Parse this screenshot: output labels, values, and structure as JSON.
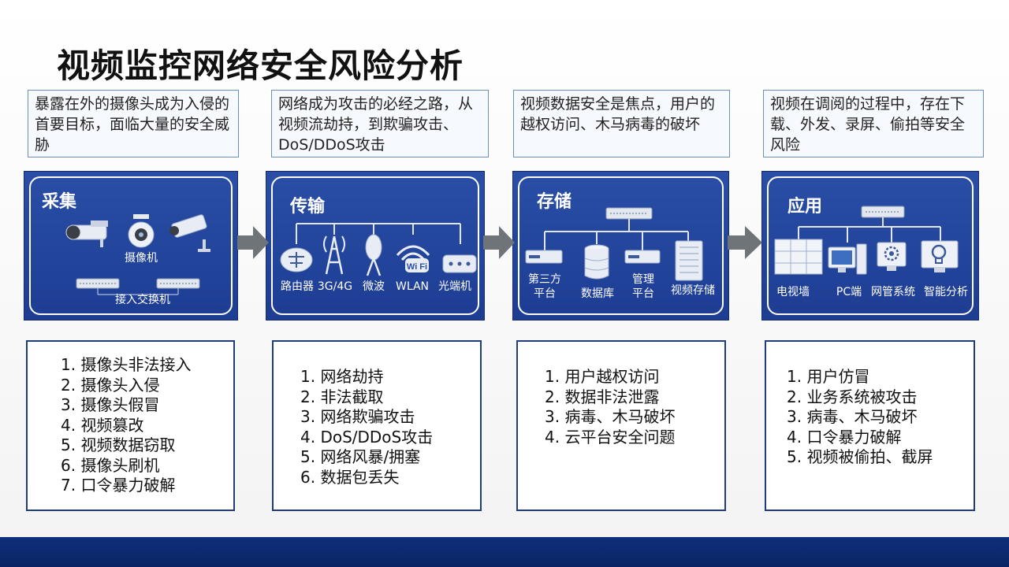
{
  "title": "视频监控网络安全风险分析",
  "descriptions": [
    "暴露在外的摄像头成为入侵的首要目标，面临大量的安全威胁",
    "网络成为攻击的必经之路，从视频流劫持，到欺骗攻击、DoS/DDoS攻击",
    "视频数据安全是焦点，用户的越权访问、木马病毒的破坏",
    "视频在调阅的过程中，存在下载、外发、录屏、偷拍等安全风险"
  ],
  "panels": [
    {
      "title": "采集",
      "labels": [
        "摄像机",
        "接入交换机"
      ]
    },
    {
      "title": "传输",
      "labels": [
        "路由器",
        "3G/4G",
        "微波",
        "WLAN",
        "光端机"
      ]
    },
    {
      "title": "存储",
      "labels": [
        "第三方\n平台",
        "数据库",
        "管理\n平台",
        "视频存储"
      ]
    },
    {
      "title": "应用",
      "labels": [
        "电视墙",
        "PC端",
        "网管系统",
        "智能分析"
      ]
    }
  ],
  "lists": [
    [
      "1. 摄像头非法接入",
      "2. 摄像头入侵",
      "3. 摄像头假冒",
      "4. 视频篡改",
      "5. 视频数据窃取",
      "6. 摄像头刷机",
      "7. 口令暴力破解"
    ],
    [
      "1. 网络劫持",
      "2. 非法截取",
      "3. 网络欺骗攻击",
      "4. DoS/DDoS攻击",
      "5. 网络风暴/拥塞",
      "6. 数据包丢失"
    ],
    [
      "1. 用户越权访问",
      "2. 数据非法泄露",
      "3. 病毒、木马破坏",
      "4. 云平台安全问题"
    ],
    [
      "1. 用户仿冒",
      "2. 业务系统被攻击",
      "3. 病毒、木马破坏",
      "4. 口令暴力破解",
      "5. 视频被偷拍、截屏"
    ]
  ],
  "colors": {
    "panel_blue": "#2a4ea6",
    "border_navy": "#1f3d7a",
    "arrow_gray": "#6f7478",
    "footer_navy": "#0e2e7a"
  },
  "icons": {
    "collect": [
      "bullet-camera-icon",
      "dome-camera-icon",
      "security-camera-icon",
      "switch-icon"
    ],
    "transmit": [
      "router-icon",
      "cell-tower-icon",
      "microwave-antenna-icon",
      "wifi-icon",
      "optical-transceiver-icon"
    ],
    "storage": [
      "switch-icon",
      "server-icon",
      "database-icon",
      "storage-rack-icon"
    ],
    "apply": [
      "switch-icon",
      "video-wall-icon",
      "pc-icon",
      "network-management-icon",
      "intelligent-analysis-icon"
    ]
  }
}
